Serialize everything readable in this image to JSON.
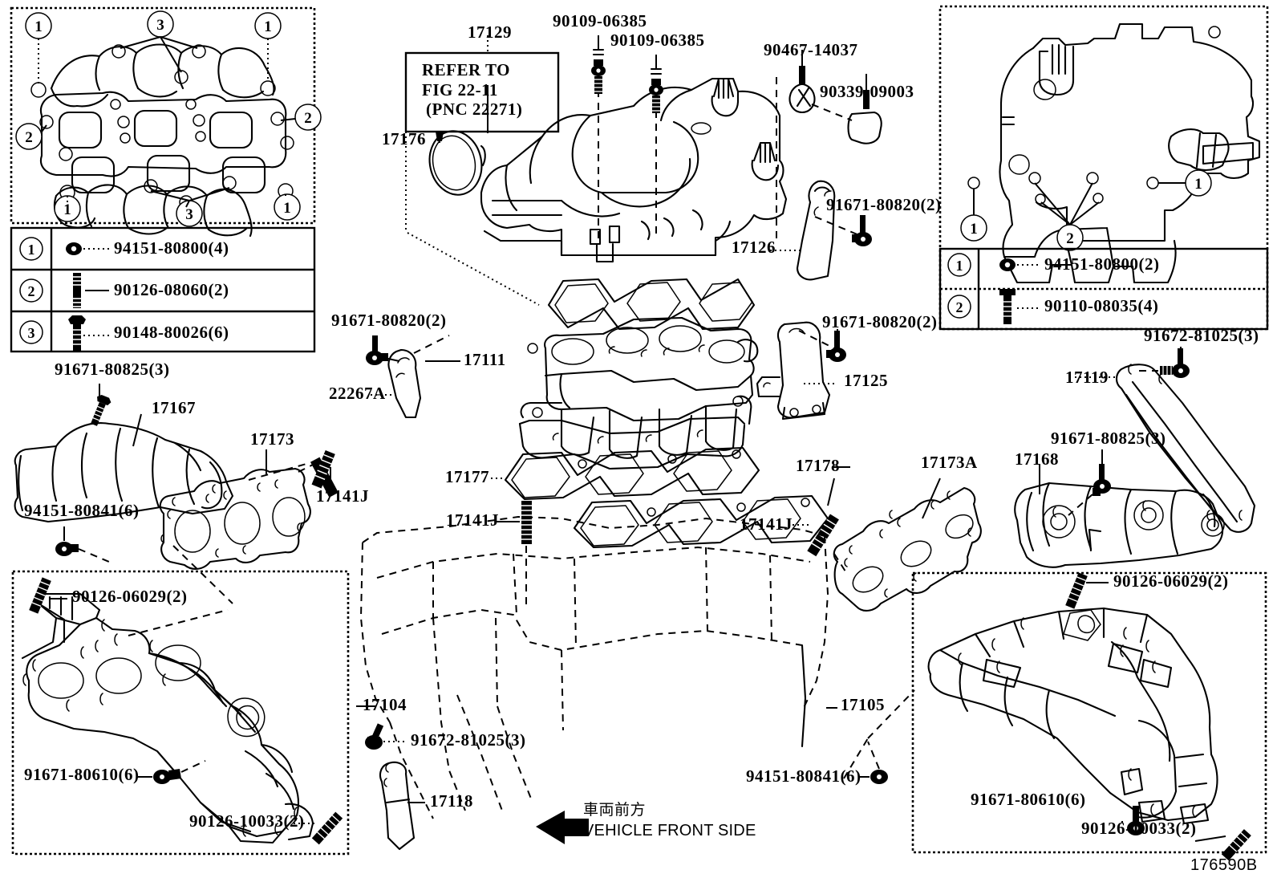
{
  "figure": {
    "number": "176590B",
    "front_marker": {
      "jp": "車両前方",
      "en": "VEHICLE FRONT SIDE"
    }
  },
  "insets": {
    "top_left": {
      "name": "gasket-callout-inset",
      "callouts": [
        "1",
        "3",
        "1",
        "2",
        "2",
        "1",
        "3",
        "1"
      ],
      "legend": [
        {
          "key": "1",
          "part": "94151-80800(4)",
          "icon": "nut-icon"
        },
        {
          "key": "2",
          "part": "90126-08060(2)",
          "icon": "stud-bolt-icon"
        },
        {
          "key": "3",
          "part": "90148-80026(6)",
          "icon": "flange-bolt-icon"
        }
      ]
    },
    "top_right": {
      "name": "intake-manifold-inset",
      "callouts": [
        "1",
        "1",
        "2"
      ],
      "legend": [
        {
          "key": "1",
          "part": "94151-80800(2)",
          "icon": "nut-icon"
        },
        {
          "key": "2",
          "part": "90110-08035(4)",
          "icon": "hex-bolt-icon"
        }
      ]
    },
    "bottom_left": {
      "name": "exhaust-manifold-left-inset",
      "labels": [
        "90126-06029(2)",
        "91671-80610(6)",
        "90126-10033(2)"
      ]
    },
    "bottom_right": {
      "name": "exhaust-manifold-right-inset",
      "labels": [
        "90126-06029(2)",
        "91671-80610(6)",
        "90126-10033(2)"
      ]
    }
  },
  "labels": {
    "l17129": "17129",
    "refer_box": {
      "line1": "REFER TO",
      "line2": "FIG 22-11",
      "line3": "(PNC 22271)"
    },
    "l17176": "17176",
    "l90109_a": "90109-06385",
    "l90109_b": "90109-06385",
    "l90467": "90467-14037",
    "l90339": "90339-09003",
    "l91671_80820_r1": "91671-80820(2)",
    "l17126": "17126",
    "l91671_80825_tl": "91671-80825(3)",
    "l17167": "17167",
    "l17173": "17173",
    "l17141J_a": "17141J",
    "l94151_80841_l": "94151-80841(6)",
    "l91671_80820_l": "91671-80820(2)",
    "l22267A": "22267A",
    "l17111": "17111",
    "l91671_80820_r2": "91671-80820(2)",
    "l17125": "17125",
    "l91672_81025_tr": "91672-81025(3)",
    "l17119": "17119",
    "l91671_80825_r": "91671-80825(3)",
    "l17168": "17168",
    "l17173A": "17173A",
    "l17177": "17177",
    "l17178": "17178",
    "l17141J_b": "17141J",
    "l17141J_c": "17141J",
    "l17104": "17104",
    "l17105": "17105",
    "l91672_81025_b": "91672-81025(3)",
    "l17118": "17118",
    "l94151_80841_r": "94151-80841(6)"
  }
}
